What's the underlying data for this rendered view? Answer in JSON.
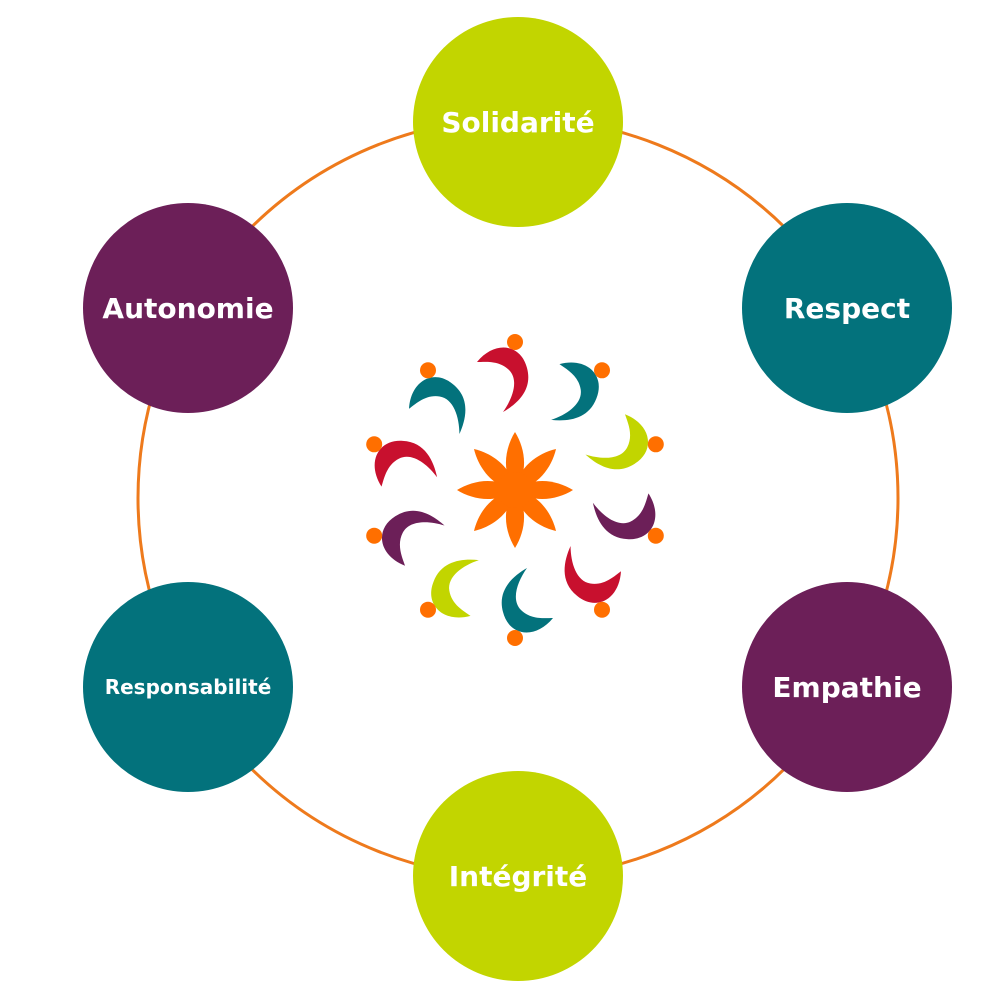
{
  "diagram": {
    "ring_color": "#ee7a1c",
    "nodes": [
      {
        "id": "solidarite",
        "label": "Solidarité",
        "color": "#c2d500"
      },
      {
        "id": "respect",
        "label": "Respect",
        "color": "#03727c"
      },
      {
        "id": "empathie",
        "label": "Empathie",
        "color": "#6c1f58"
      },
      {
        "id": "integrite",
        "label": "Intégrité",
        "color": "#c2d500"
      },
      {
        "id": "responsabilite",
        "label": "Responsabilité",
        "color": "#03727c"
      },
      {
        "id": "autonomie",
        "label": "Autonomie",
        "color": "#6c1f58"
      }
    ]
  },
  "logo": {
    "icon": "people-circle-flower-logo",
    "flower_color": "#ff6f00",
    "figure_colors": [
      "#6c1f58",
      "#c2d500",
      "#03727c",
      "#c8102e",
      "#ff6f00"
    ]
  }
}
